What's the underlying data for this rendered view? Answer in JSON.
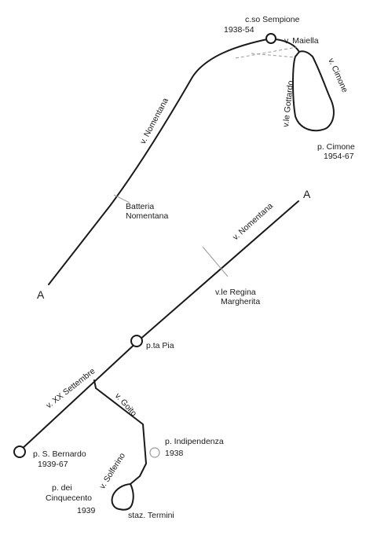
{
  "labels": {
    "cso_sempione": "c.so Sempione",
    "cso_sempione_years": "1938-54",
    "v_maiella": "v. Maiella",
    "vle_gottardo": "v.le Gottardo",
    "v_cimone": "v. Cimone",
    "p_cimone": "p. Cimone",
    "p_cimone_years": "1954-67",
    "v_nomentana_upper": "v. Nomentana",
    "batteria_1": "Batteria",
    "batteria_2": "Nomentana",
    "a_left": "A",
    "a_right": "A",
    "v_nomentana_lower": "v. Nomentana",
    "vle_regina_1": "v.le Regina",
    "vle_regina_2": "Margherita",
    "pta_pia": "p.ta Pia",
    "v_xx_settembre": "v. XX Settembre",
    "v_goito": "v. Goito",
    "p_indipendenza": "p. Indipendenza",
    "p_indipendenza_years": "1938",
    "p_s_bernardo": "p. S. Bernardo",
    "p_s_bernardo_years": "1939-67",
    "v_solferino": "v. Solferino",
    "p_dei": "p. dei",
    "cinquecento": "Cinquecento",
    "cinquecento_years": "1939",
    "staz_termini": "staz. Termini"
  },
  "colors": {
    "route": "#1a1a1a",
    "secondary_line": "#9a9a9a",
    "background": "#ffffff"
  }
}
